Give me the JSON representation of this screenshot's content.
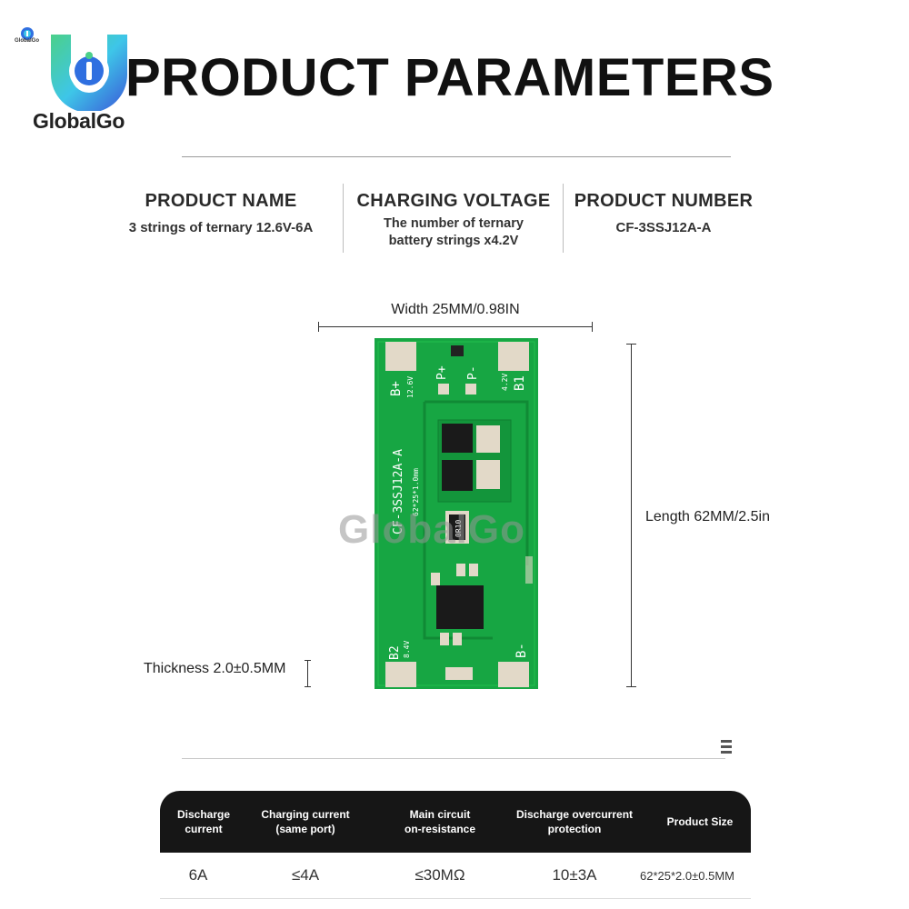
{
  "brand": {
    "name": "GlobalGo",
    "tiny_name": "GlobalGo",
    "colors": {
      "logo_blue": "#2f6fe0",
      "logo_cyan": "#3ec6e8",
      "logo_green": "#4bd08a",
      "board_green": "#17a643"
    }
  },
  "title": "PRODUCT PARAMETERS",
  "specs": [
    {
      "heading": "PRODUCT NAME",
      "value": "3 strings of ternary 12.6V-6A"
    },
    {
      "heading": "CHARGING VOLTAGE",
      "value_line1": "The number of ternary",
      "value_line2": "battery strings x4.2V"
    },
    {
      "heading": "PRODUCT NUMBER",
      "value": "CF-3SSJ12A-A"
    }
  ],
  "dimensions": {
    "width": "Width 25MM/0.98IN",
    "length": "Length 62MM/2.5in",
    "thickness": "Thickness 2.0±0.5MM"
  },
  "board": {
    "b_plus": "B+",
    "v126": "12.6V",
    "p_plus": "P+",
    "p_minus": "P-",
    "v42": "4.2V",
    "b1": "B1",
    "model": "CF-3SSJ12A-A",
    "size": "62*25*1.0mm",
    "resistor": "0R10",
    "b2": "B2",
    "v84": "8.4V",
    "b_minus": "B-"
  },
  "watermark": "GlobalGo",
  "table": {
    "headers": [
      [
        "Discharge",
        "current"
      ],
      [
        "Charging current",
        "(same port)"
      ],
      [
        "Main circuit",
        "on-resistance"
      ],
      [
        "Discharge overcurrent",
        "protection"
      ],
      [
        "Product Size"
      ]
    ],
    "values": [
      "6A",
      "≤4A",
      "≤30MΩ",
      "10±3A",
      "62*25*2.0±0.5MM"
    ]
  }
}
